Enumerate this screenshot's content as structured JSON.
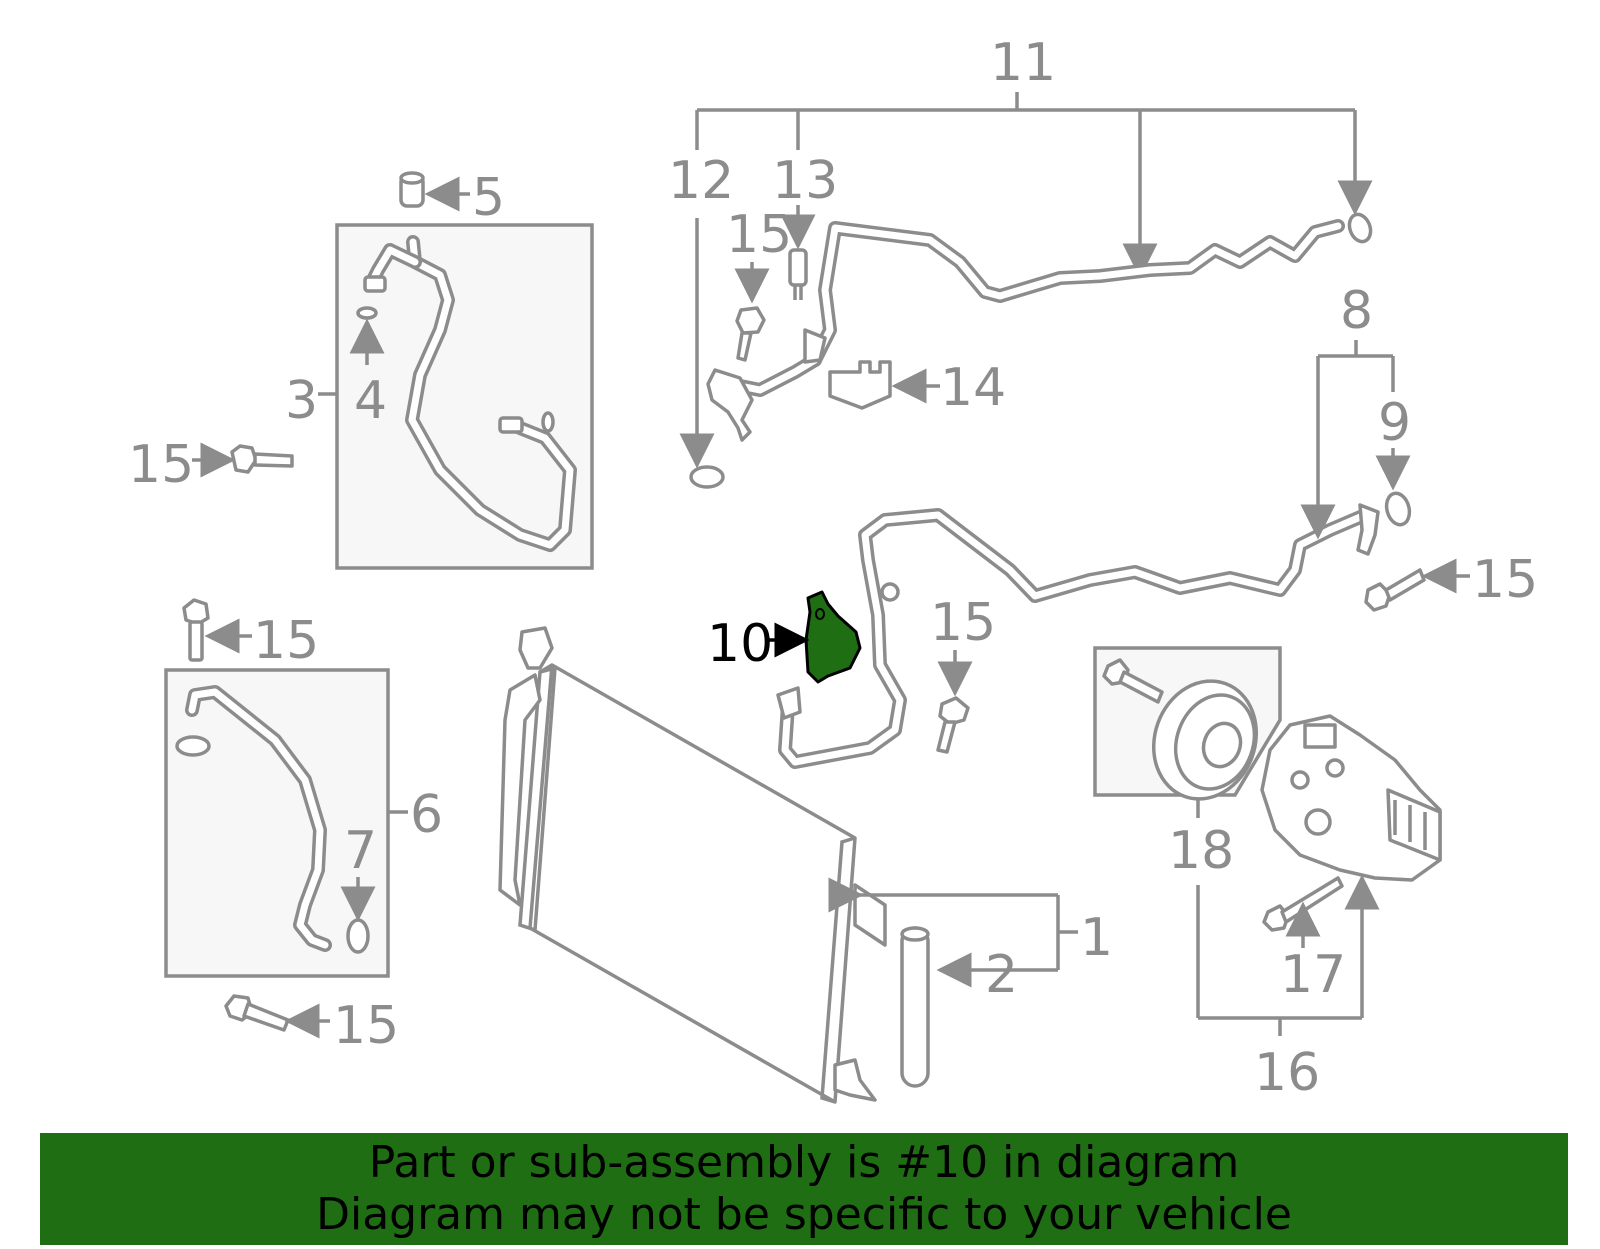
{
  "diagram": {
    "labels": {
      "l1": "1",
      "l2": "2",
      "l3": "3",
      "l4": "4",
      "l5": "5",
      "l6": "6",
      "l7": "7",
      "l8": "8",
      "l9": "9",
      "l10": "10",
      "l11": "11",
      "l12": "12",
      "l13": "13",
      "l14": "14",
      "l15": "15",
      "l16": "16",
      "l17": "17",
      "l18": "18"
    },
    "highlight_color": "#1f6e14"
  },
  "banner": {
    "line1": "Part or sub-assembly is #10 in diagram",
    "line2": "Diagram may not be specific to your vehicle",
    "background": "#1f6e14"
  }
}
